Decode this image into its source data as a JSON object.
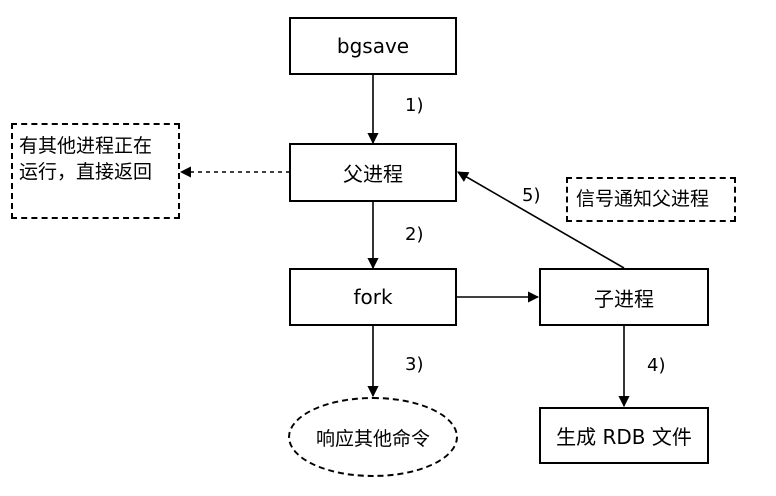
{
  "nodes": {
    "bgsave": "bgsave",
    "parent": "父进程",
    "fork": "fork",
    "child": "子进程",
    "respond": "响应其他命令",
    "generate": "生成 RDB 文件"
  },
  "notes": {
    "other_running_line1": "有其他进程正在",
    "other_running_line2": "运行，直接返回",
    "signal_parent": "信号通知父进程"
  },
  "steps": {
    "s1": "1)",
    "s2": "2)",
    "s3": "3)",
    "s4": "4)",
    "s5": "5)"
  }
}
